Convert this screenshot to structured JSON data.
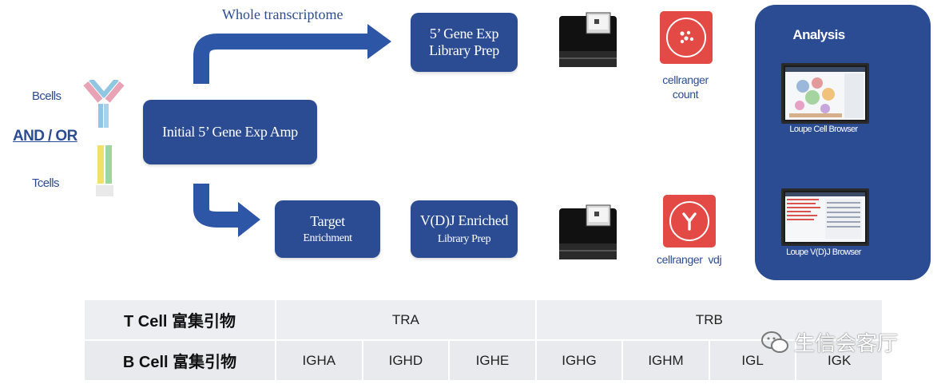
{
  "labels": {
    "whole_transcriptome": "Whole transcriptome",
    "bcells": "Bcells",
    "and_or": "AND / OR",
    "tcells": "Tcells",
    "cellranger_count_1": "cellranger",
    "cellranger_count_2": "count",
    "cellranger_vdj": "cellranger  vdj"
  },
  "boxes": {
    "initial_amp": "Initial 5’ Gene Exp Amp",
    "gene_exp_line1": "5’ Gene Exp",
    "gene_exp_line2": "Library Prep",
    "target_line1": "Target",
    "target_line2": "Enrichment",
    "vdj_line1": "V(D)J Enriched",
    "vdj_line2": "Library Prep"
  },
  "analysis": {
    "title": "Analysis",
    "loupe_cell": "Loupe Cell Browser",
    "loupe_vdj": "Loupe V(D)J Browser"
  },
  "primers": {
    "t_header": "T Cell 富集引物",
    "t_values": [
      "TRA",
      "TRB"
    ],
    "b_header": "B Cell 富集引物",
    "b_values": [
      "IGHA",
      "IGHD",
      "IGHE",
      "IGHG",
      "IGHM",
      "IGL",
      "IGK"
    ]
  },
  "watermark": "生信会客厅",
  "colors": {
    "box_blue": "#2b4c93",
    "arrow_blue": "#2d56a6",
    "logo_red": "#e34a45",
    "table_gray": "#eceef2"
  }
}
